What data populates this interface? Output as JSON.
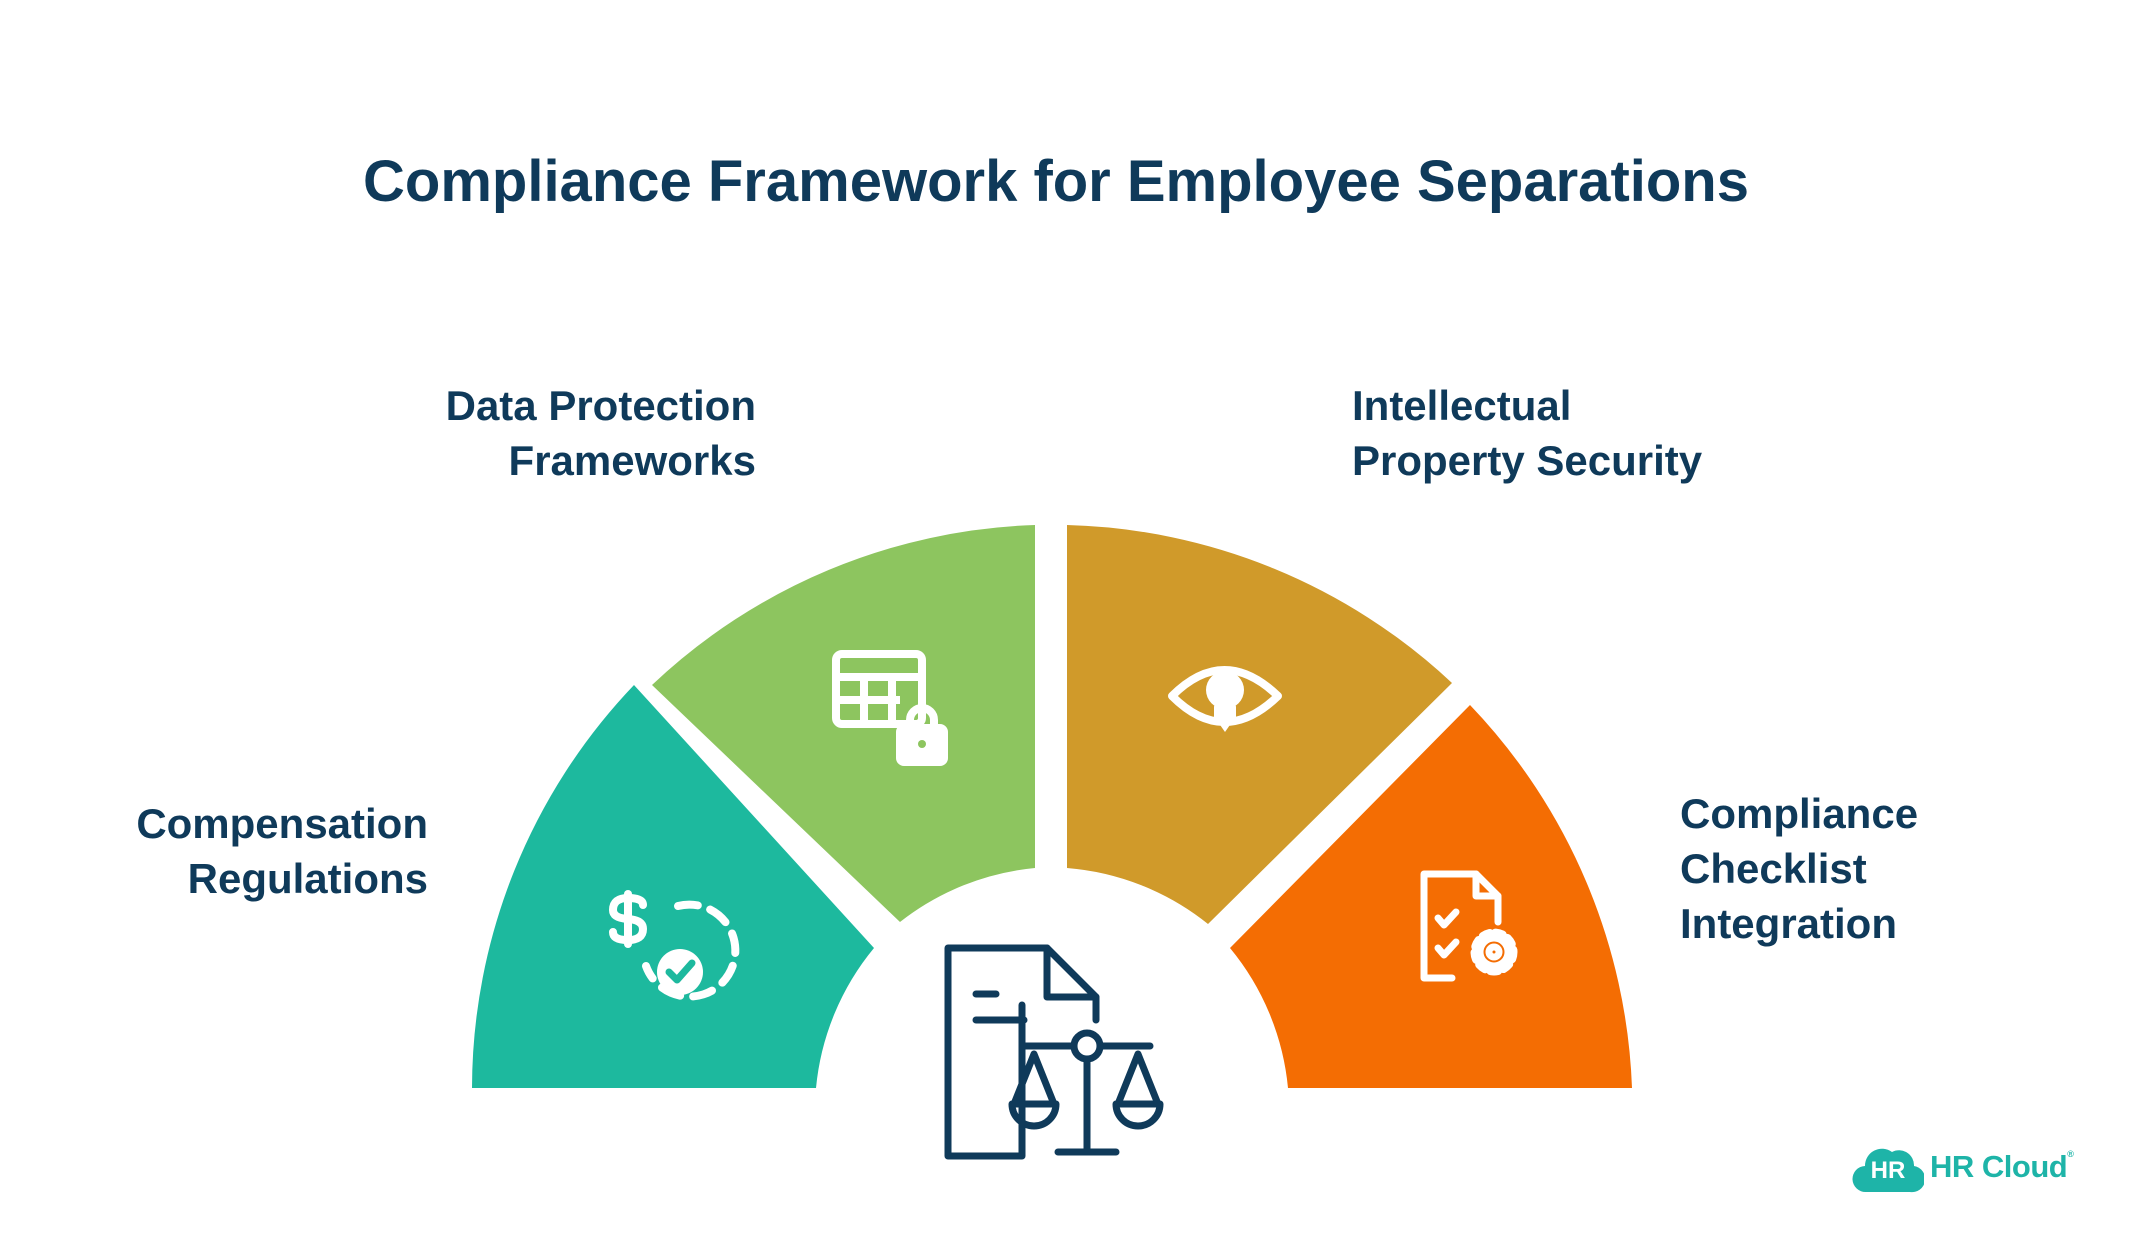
{
  "title": "Compliance Framework for Employee Separations",
  "segments": [
    {
      "id": "compensation",
      "lines": [
        "Compensation",
        "Regulations"
      ],
      "color": "#1db99e",
      "icon": "dollar-check-icon"
    },
    {
      "id": "data-protection",
      "lines": [
        "Data Protection",
        "Frameworks"
      ],
      "color": "#8dc55f",
      "icon": "locked-table-icon"
    },
    {
      "id": "ip-security",
      "lines": [
        "Intellectual",
        "Property Security"
      ],
      "color": "#d09a2a",
      "icon": "eye-lightbulb-icon"
    },
    {
      "id": "checklist",
      "lines": [
        "Compliance",
        "Checklist",
        "Integration"
      ],
      "color": "#f46d03",
      "icon": "checklist-gear-icon"
    }
  ],
  "center_icon": "document-scales-icon",
  "icon_stroke_color": "#0f3a5a",
  "logo": {
    "badge": "HR",
    "text": "HR Cloud",
    "mark": "®",
    "color": "#1eb4a8"
  }
}
